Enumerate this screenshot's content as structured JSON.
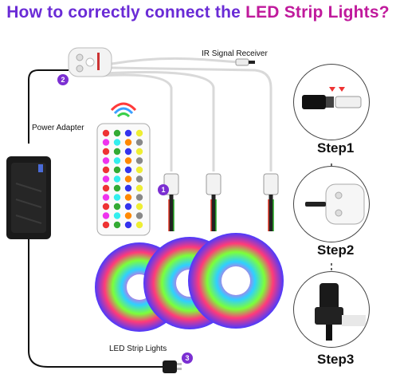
{
  "title": {
    "part1": "How to correctly connect the",
    "part2": "LED Strip Lights?"
  },
  "labels": {
    "ir_receiver": "IR Signal Receiver",
    "power_adapter": "Power Adapter",
    "led_strip": "LED Strip Lights"
  },
  "badges": [
    "1",
    "2",
    "3"
  ],
  "steps": [
    "Step1",
    "Step2",
    "Step3"
  ],
  "colors": {
    "title_purple": "#6a2bd6",
    "title_magenta": "#c01a9c",
    "badge": "#7b2fd2"
  }
}
